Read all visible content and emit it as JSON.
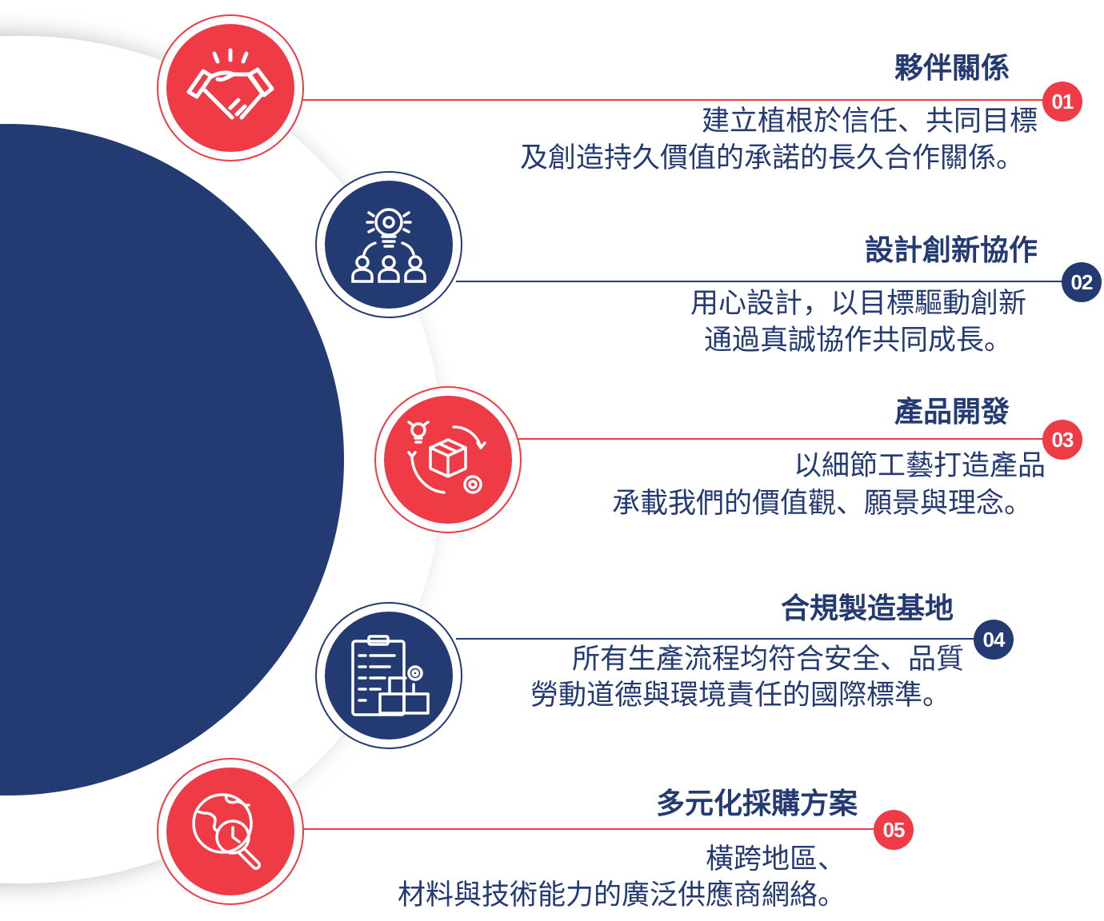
{
  "colors": {
    "red": "#ee3b45",
    "navy": "#243a73"
  },
  "items": [
    {
      "number": "01",
      "title": "夥伴關係",
      "desc": [
        "建立植根於信任、共同目標",
        "及創造持久價值的承諾的長久合作關係。"
      ],
      "icon": "handshake-icon",
      "color": "red"
    },
    {
      "number": "02",
      "title": "設計創新協作",
      "desc": [
        "用心設計，以目標驅動創新",
        "通過真誠協作共同成長。"
      ],
      "icon": "idea-team-icon",
      "color": "navy"
    },
    {
      "number": "03",
      "title": "產品開發",
      "desc": [
        "以細節工藝打造產品",
        "承載我們的價值觀、願景與理念。"
      ],
      "icon": "product-box-cycle-icon",
      "color": "red"
    },
    {
      "number": "04",
      "title": "合規製造基地",
      "desc": [
        "所有生產流程均符合安全、品質",
        "勞動道德與環境責任的國際標準。"
      ],
      "icon": "compliance-checklist-icon",
      "color": "navy"
    },
    {
      "number": "05",
      "title": "多元化採購方案",
      "desc": [
        "橫跨地區、",
        "材料與技術能力的廣泛供應商網絡。"
      ],
      "icon": "global-search-icon",
      "color": "red"
    }
  ]
}
